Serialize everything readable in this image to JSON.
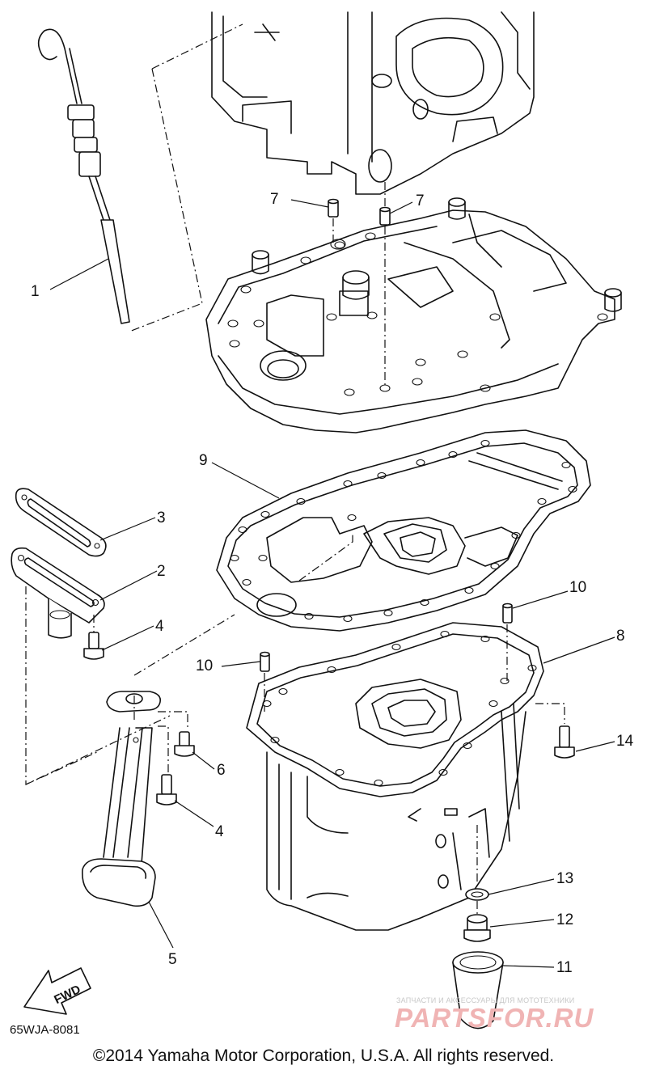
{
  "diagram_code": "65WJA-8081",
  "copyright": "©2014 Yamaha Motor Corporation, U.S.A. All rights reserved.",
  "fwd_label": "FWD",
  "watermark": {
    "tagline": "ЗАПЧАСТИ И АКСЕССУАРЫ ДЛЯ МОТОТЕХНИКИ",
    "brand": "PARTSFOR.RU"
  },
  "callouts": {
    "p1": "1",
    "p2": "2",
    "p3": "3",
    "p4a": "4",
    "p4b": "4",
    "p5": "5",
    "p6": "6",
    "p7a": "7",
    "p7b": "7",
    "p8": "8",
    "p9": "9",
    "p10a": "10",
    "p10b": "10",
    "p11": "11",
    "p12": "12",
    "p13": "13",
    "p14": "14"
  }
}
